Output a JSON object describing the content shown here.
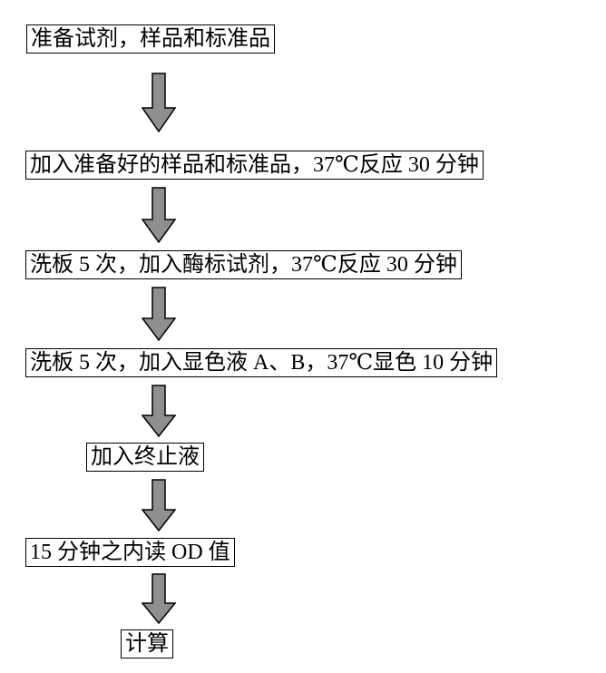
{
  "flowchart": {
    "background": "#ffffff",
    "box_border_color": "#000000",
    "arrow_fill": "#8f8f8f",
    "arrow_stroke": "#000000",
    "steps": [
      "准备试剂，样品和标准品",
      "加入准备好的样品和标准品，37℃反应 30 分钟",
      "洗板 5 次，加入酶标试剂，37℃反应 30 分钟",
      "洗板 5 次，加入显色液 A、B，37℃显色 10 分钟",
      "加入终止液",
      "15 分钟之内读 OD 值",
      "计算"
    ]
  }
}
